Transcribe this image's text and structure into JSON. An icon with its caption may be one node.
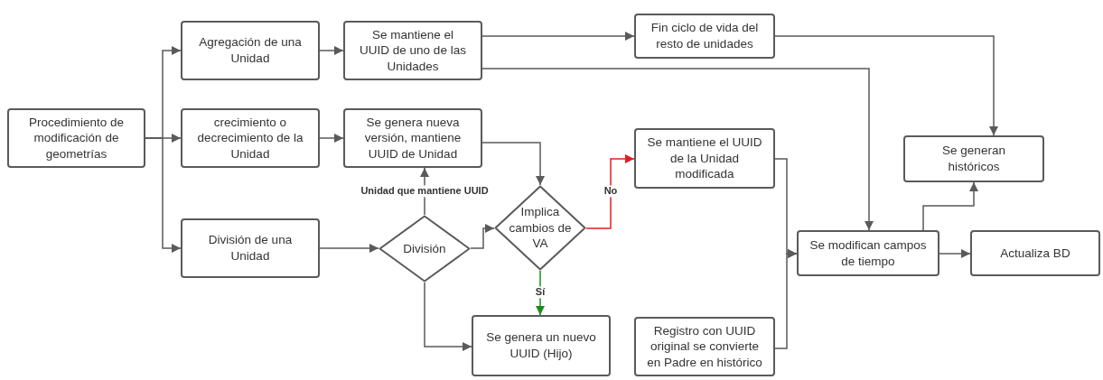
{
  "diagram": {
    "nodes": [
      {
        "text": [
          "Procedimiento de modificación de geometrías"
        ]
      },
      {
        "text": [
          "Agregación de una Unidad"
        ]
      },
      {
        "text": [
          "Se mantiene el UUID de uno de las Unidades"
        ]
      },
      {
        "text": [
          "Fin ciclo de vida del resto de unidades"
        ]
      },
      {
        "text": [
          "crecimiento o decrecimiento de la Unidad"
        ]
      },
      {
        "text": [
          "Se genera nueva versión, mantiene UUID de Unidad"
        ]
      },
      {
        "text": [
          "Se mantiene el UUID de la Unidad modificada"
        ]
      },
      {
        "text": [
          "Se generan históricos"
        ]
      },
      {
        "text": [
          "División de una Unidad"
        ]
      },
      {
        "text": [
          "División"
        ]
      },
      {
        "text": [
          "Implica cambios de VA"
        ]
      },
      {
        "text": [
          "Se modifican campos de tiempo"
        ]
      },
      {
        "text": [
          "Actualiza BD"
        ]
      },
      {
        "text": [
          "Se genera un nuevo UUID (Hijo)"
        ]
      },
      {
        "text": [
          "Registro con UUID original se convierte en Padre en histórico"
        ]
      }
    ],
    "edges": [
      {
        "from": 0,
        "to": 1,
        "arrow": "to"
      },
      {
        "from": 0,
        "to": 4,
        "arrow": "to"
      },
      {
        "from": 0,
        "to": 8,
        "arrow": "to"
      },
      {
        "from": 1,
        "to": 2,
        "arrow": "to"
      },
      {
        "from": 2,
        "to": 3,
        "arrow": "to"
      },
      {
        "from": 2,
        "to": 11,
        "arrow": "to"
      },
      {
        "from": 3,
        "to": 7,
        "arrow": "to"
      },
      {
        "from": 4,
        "to": 5,
        "arrow": "to"
      },
      {
        "from": 5,
        "to": 10,
        "arrow": "to"
      },
      {
        "from": 8,
        "to": 9,
        "arrow": "to"
      },
      {
        "from": 9,
        "to": 5,
        "arrow": "to",
        "label": "Unidad que mantiene UUID"
      },
      {
        "from": 9,
        "to": 10,
        "arrow": "to"
      },
      {
        "from": 9,
        "to": 13,
        "arrow": "to"
      },
      {
        "from": 10,
        "to": 6,
        "arrow": "to",
        "label": "No",
        "color": "#e02020"
      },
      {
        "from": 10,
        "to": 13,
        "arrow": "to",
        "label": "Sí",
        "color": "#1a8c1a"
      },
      {
        "from": 6,
        "to": 11,
        "arrow": "to"
      },
      {
        "from": 14,
        "to": 11,
        "arrow": "to"
      },
      {
        "from": 11,
        "to": 7,
        "arrow": "to"
      },
      {
        "from": 11,
        "to": 12,
        "arrow": "to"
      }
    ]
  }
}
